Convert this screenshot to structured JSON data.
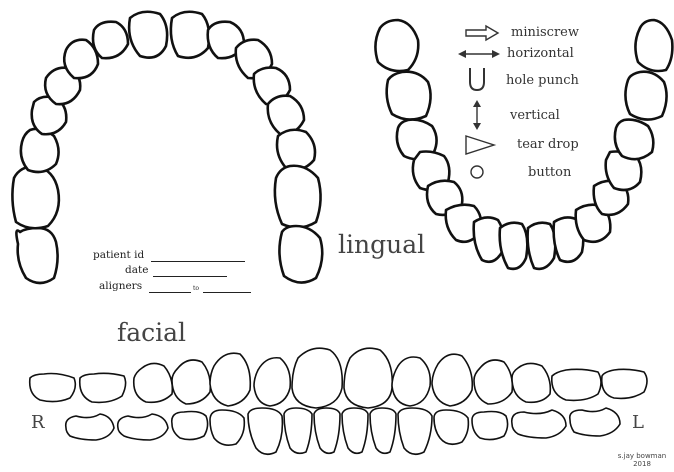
{
  "legend": {
    "miniscrew": "miniscrew",
    "horizontal": "horizontal",
    "hole_punch": "hole punch",
    "vertical": "vertical",
    "tear_drop": "tear drop",
    "button": "button"
  },
  "form": {
    "patient_id": "patient id",
    "date": "date",
    "aligners": "aligners",
    "to": "to"
  },
  "views": {
    "lingual": "lingual",
    "facial": "facial"
  },
  "sides": {
    "right": "R",
    "left": "L"
  },
  "credit": {
    "author": "s.jay bowman",
    "year": "2018"
  },
  "colors": {
    "outline": "#111111",
    "text": "#3a3a3a",
    "background": "#ffffff"
  }
}
